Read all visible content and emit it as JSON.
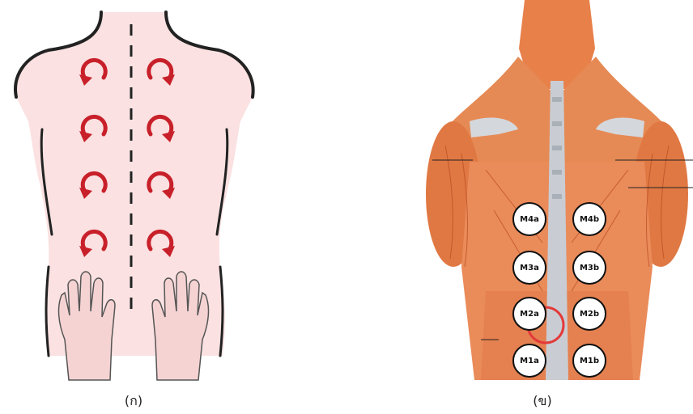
{
  "captions": {
    "left": "(ก)",
    "right": "(ข)"
  },
  "markers": {
    "m4a": "M4a",
    "m4b": "M4b",
    "m3a": "M3a",
    "m3b": "M3b",
    "m2a": "M2a",
    "m2b": "M2b",
    "m1a": "M1a",
    "m1b": "M1b"
  },
  "colors": {
    "skin": "#fbe1e1",
    "outline": "#222222",
    "arrow": "#c8202a",
    "muscle": "#e8804a",
    "muscle_dark": "#b84a22",
    "spine": "#c9cdd3",
    "highlight_ring": "#e33a3a"
  }
}
